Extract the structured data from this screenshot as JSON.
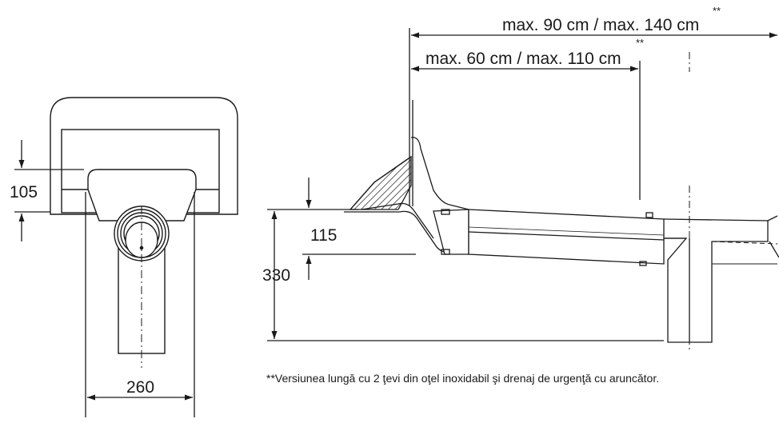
{
  "dimensions": {
    "long_total": "max. 90 cm / max. 140 cm",
    "long_inner": "max. 60 cm / max. 110 cm",
    "asterisks": "**",
    "height_left": "105",
    "height_mid": "115",
    "height_total": "330",
    "width_bottom": "260"
  },
  "footnote": "**Versiunea lungă cu 2 ţevi din oţel inoxidabil şi drenaj de urgenţă cu aruncător."
}
